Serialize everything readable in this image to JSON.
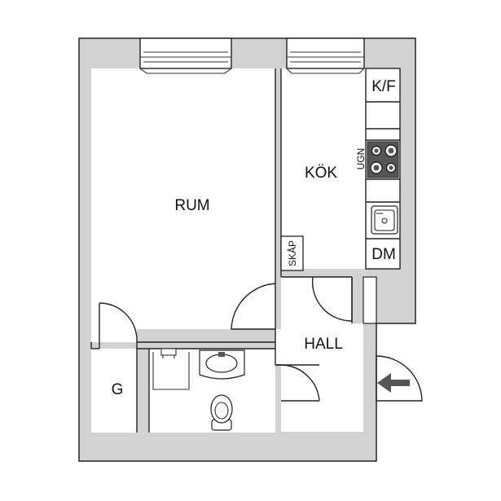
{
  "floor_plan": {
    "rooms": {
      "rum": "RUM",
      "kok": "KÖK",
      "hall": "HALL",
      "closet": "G"
    },
    "fixtures": {
      "fridge_freezer": "K/F",
      "oven": "UGN",
      "dishwasher": "DM",
      "wardrobe": "SKÅP"
    },
    "icons": {
      "entrance": "entrance-arrow-icon",
      "stove": "stove-icon",
      "sink": "sink-icon",
      "toilet": "toilet-icon"
    },
    "colors": {
      "wall": "#d2d2d2",
      "outline": "#222222",
      "floor": "#ffffff",
      "arrow": "#555555"
    }
  }
}
